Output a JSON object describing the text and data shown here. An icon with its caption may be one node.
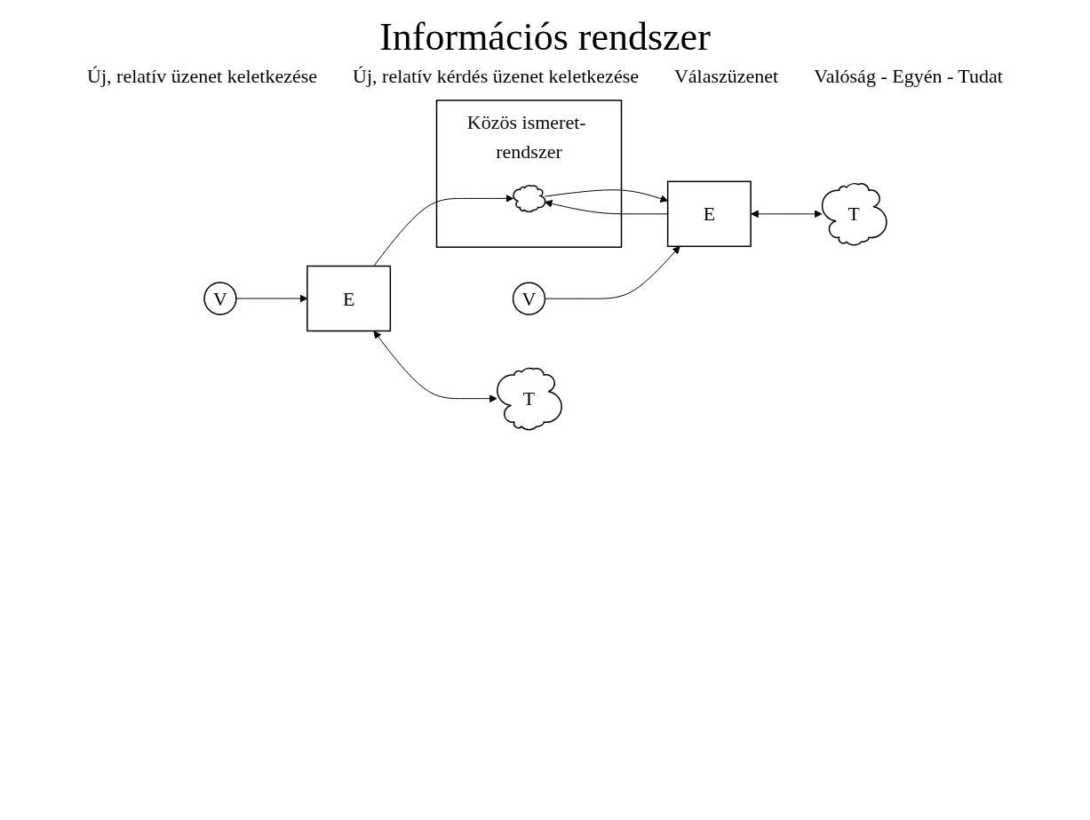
{
  "diagram": {
    "title": "Információs rendszer",
    "nodes": [
      {
        "text": [
          "V"
        ]
      },
      {
        "text": [
          "E"
        ]
      },
      {
        "text": [
          "T"
        ]
      },
      {
        "text": [
          "Közös ismeret- rendszer"
        ]
      },
      {
        "text": [],
        "shape": "cloud",
        "in": 3
      },
      {
        "text": [
          "V"
        ]
      },
      {
        "text": [
          "E"
        ]
      },
      {
        "text": [
          "T"
        ]
      }
    ],
    "edges": [
      {
        "from": 0,
        "to": 1,
        "arrow": "to"
      },
      {
        "from": 1,
        "to": 4,
        "arrow": "to"
      },
      {
        "from": 1,
        "to": 2,
        "arrow": "both"
      },
      {
        "from": 6,
        "to": 4,
        "arrow": "to"
      },
      {
        "from": 4,
        "to": 6,
        "arrow": "to"
      },
      {
        "from": 5,
        "to": 6,
        "arrow": "to"
      },
      {
        "from": 6,
        "to": 7,
        "arrow": "both"
      }
    ],
    "labels": [
      "Új, relatív üzenet keletkezése",
      "Új, relatív kérdés üzenet keletkezése",
      "Válaszüzenet",
      "Valóság - Egyén - Tudat"
    ]
  }
}
